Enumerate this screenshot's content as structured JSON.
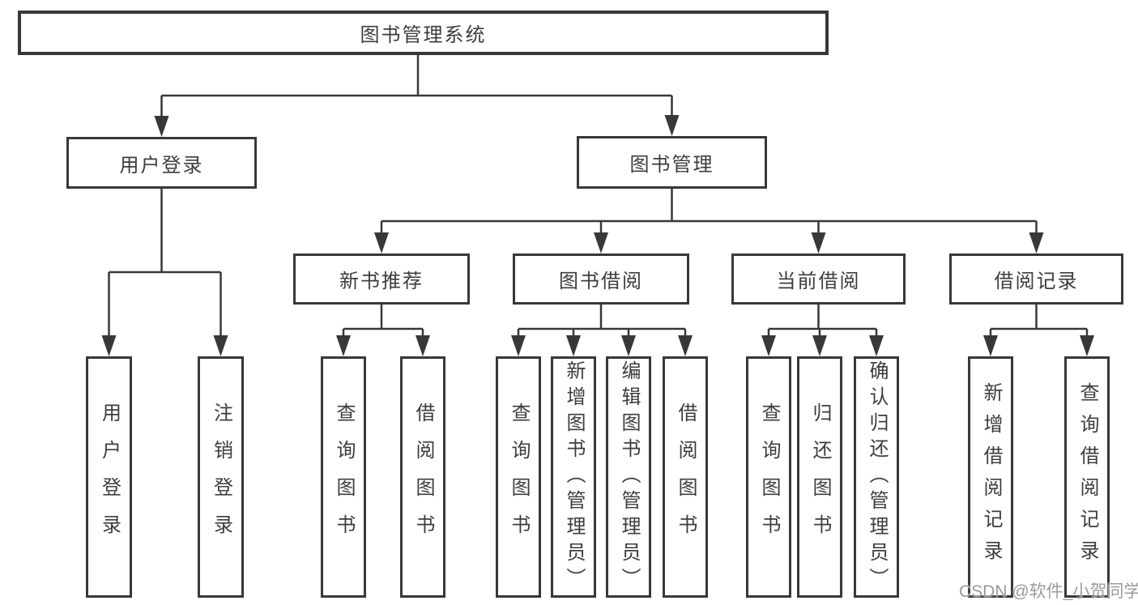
{
  "tree": {
    "label": "图书管理系统",
    "children": [
      {
        "label": "用户登录",
        "children": [
          {
            "label": "用户登录"
          },
          {
            "label": "注销登录"
          }
        ]
      },
      {
        "label": "图书管理",
        "children": [
          {
            "label": "新书推荐",
            "children": [
              {
                "label": "查询图书"
              },
              {
                "label": "借阅图书"
              }
            ]
          },
          {
            "label": "图书借阅",
            "children": [
              {
                "label": "查询图书"
              },
              {
                "label": "新增图书（管理员）"
              },
              {
                "label": "编辑图书（管理员）"
              },
              {
                "label": "借阅图书"
              }
            ]
          },
          {
            "label": "当前借阅",
            "children": [
              {
                "label": "查询图书"
              },
              {
                "label": "归还图书"
              },
              {
                "label": "确认归还（管理员）"
              }
            ]
          },
          {
            "label": "借阅记录",
            "children": [
              {
                "label": "新增借阅记录"
              },
              {
                "label": "查询借阅记录"
              }
            ]
          }
        ]
      }
    ]
  },
  "watermark": {
    "text": "CSDN @软件_小贺同学",
    "color": "#9b9b9b"
  },
  "colors": {
    "line": "#383838",
    "box_border": "#383838",
    "text": "#3d3d3d",
    "background": "#ffffff"
  }
}
